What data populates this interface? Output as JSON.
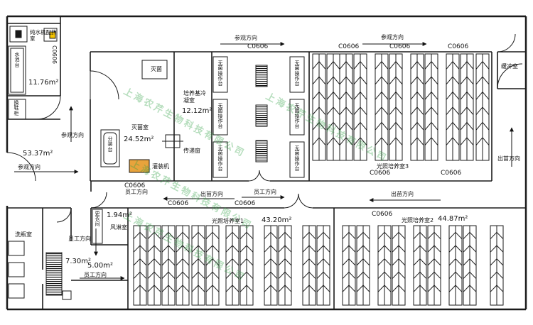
{
  "rooms": {
    "pure_water_room": "纯水机配药室",
    "area_pure_water": "11.76m²",
    "sterilization_room": "灭菌室",
    "area_sterilization": "24.52m²",
    "sterilizer_label": "灭菌",
    "split_table": "分装台",
    "filling_machine": "灌装机",
    "culture_cold_room": "培养基冷凝室",
    "area_culture_cold": "12.12m²",
    "pass_window": "传递窗",
    "buffer_room": "缓冲室",
    "light_culture_3": "光照培养室3",
    "light_culture_1": "光照培养室1",
    "area_light_1": "43.20m²",
    "light_culture_2": "光照培养室2",
    "area_light_2": "44.87m²",
    "area_corridor": "53.37m²",
    "bottle_wash_room": "洗瓶室",
    "area_bottle_wash": "7.30m²",
    "changing_room": "更衣间",
    "area_changing": "1.94m²",
    "air_shower": "风淋室",
    "area_air_shower": "5.00m²",
    "clean_bench": "无菌操作台",
    "sink_label": "水池台",
    "shoe_cabinet": "换鞋柜"
  },
  "codes": {
    "c0606": "C0606"
  },
  "directions": {
    "visit": "参观方向",
    "staff": "员工方向",
    "seedling": "出苗方向"
  },
  "watermark": "上海农芹生物科技有限公司",
  "colors": {
    "wall": "#1a1a1a",
    "watermark": "#2ea043",
    "filling_machine": "#e8a33c"
  }
}
